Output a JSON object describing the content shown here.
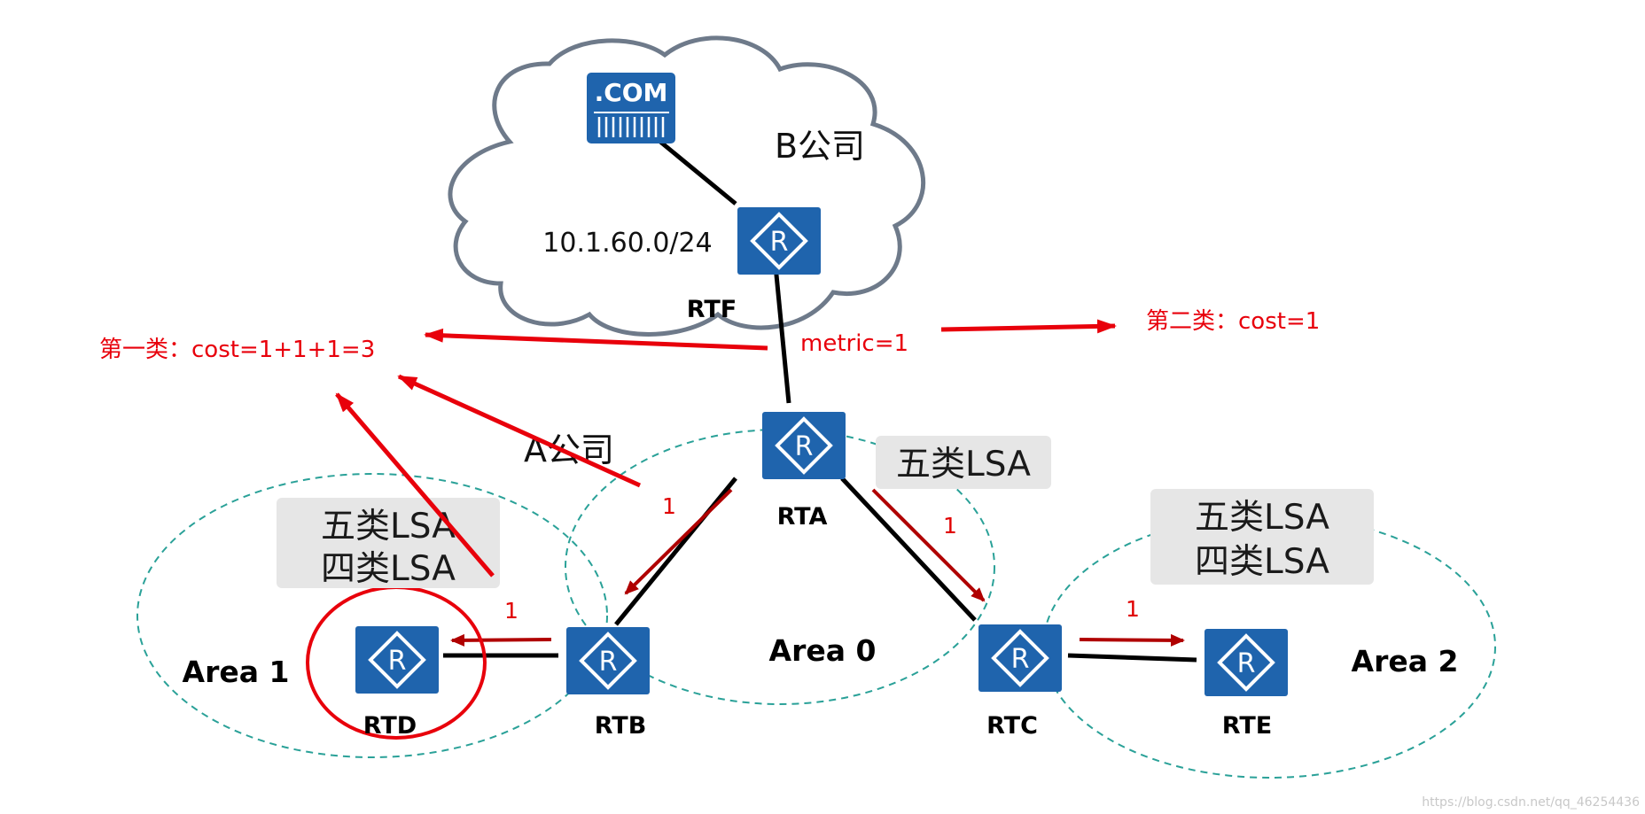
{
  "diagram": {
    "company_b": "B公司",
    "company_a": "A公司",
    "server_label": ".COM",
    "subnet": "10.1.60.0/24",
    "routers": {
      "rtf": "RTF",
      "rta": "RTA",
      "rtb": "RTB",
      "rtc": "RTC",
      "rtd": "RTD",
      "rte": "RTE",
      "glyph": "R"
    },
    "areas": {
      "area1": "Area 1",
      "area0": "Area 0",
      "area2": "Area 2"
    },
    "lsa_boxes": {
      "area0_line1": "五类LSA",
      "area1_line1": "五类LSA",
      "area1_line2": "四类LSA",
      "area2_line1": "五类LSA",
      "area2_line2": "四类LSA"
    },
    "annotations": {
      "type1_cost": "第一类：cost=1+1+1=3",
      "type2_cost": "第二类：cost=1",
      "metric": "metric=1",
      "link_cost_rta_rtb": "1",
      "link_cost_rta_rtc": "1",
      "link_cost_rtb_rtd": "1",
      "link_cost_rtc_rte": "1"
    },
    "watermark": "https://blog.csdn.net/qq_46254436",
    "colors": {
      "router_fill": "#1f64ad",
      "area_outline": "#2aa198",
      "arrow_red": "#e8000b",
      "arrow_dark_red": "#b00000",
      "lsa_box": "#e6e6e6",
      "cloud_stroke": "#6e7a8a"
    }
  }
}
